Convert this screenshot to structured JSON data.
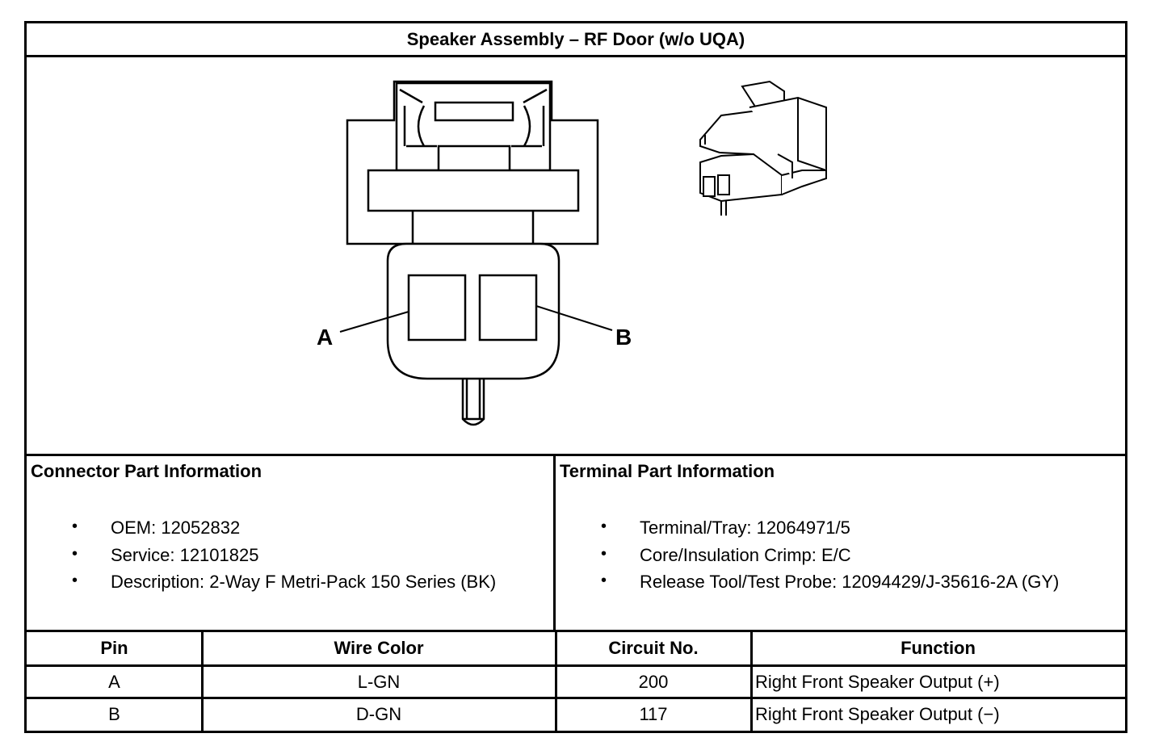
{
  "title": "Speaker Assembly – RF Door (w/o UQA)",
  "diagram": {
    "pin_labels": [
      "A",
      "B"
    ]
  },
  "connector_info": {
    "heading": "Connector Part Information",
    "items": [
      "OEM: 12052832",
      "Service: 12101825",
      "Description: 2-Way F Metri-Pack 150 Series (BK)"
    ]
  },
  "terminal_info": {
    "heading": "Terminal Part Information",
    "items": [
      "Terminal/Tray: 12064971/5",
      "Core/Insulation Crimp: E/C",
      "Release Tool/Test Probe: 12094429/J-35616-2A (GY)"
    ]
  },
  "table": {
    "headers": [
      "Pin",
      "Wire Color",
      "Circuit No.",
      "Function"
    ],
    "rows": [
      [
        "A",
        "L-GN",
        "200",
        "Right Front Speaker Output (+)"
      ],
      [
        "B",
        "D-GN",
        "117",
        "Right Front Speaker Output (−)"
      ]
    ]
  },
  "bullet_glyph": "•"
}
